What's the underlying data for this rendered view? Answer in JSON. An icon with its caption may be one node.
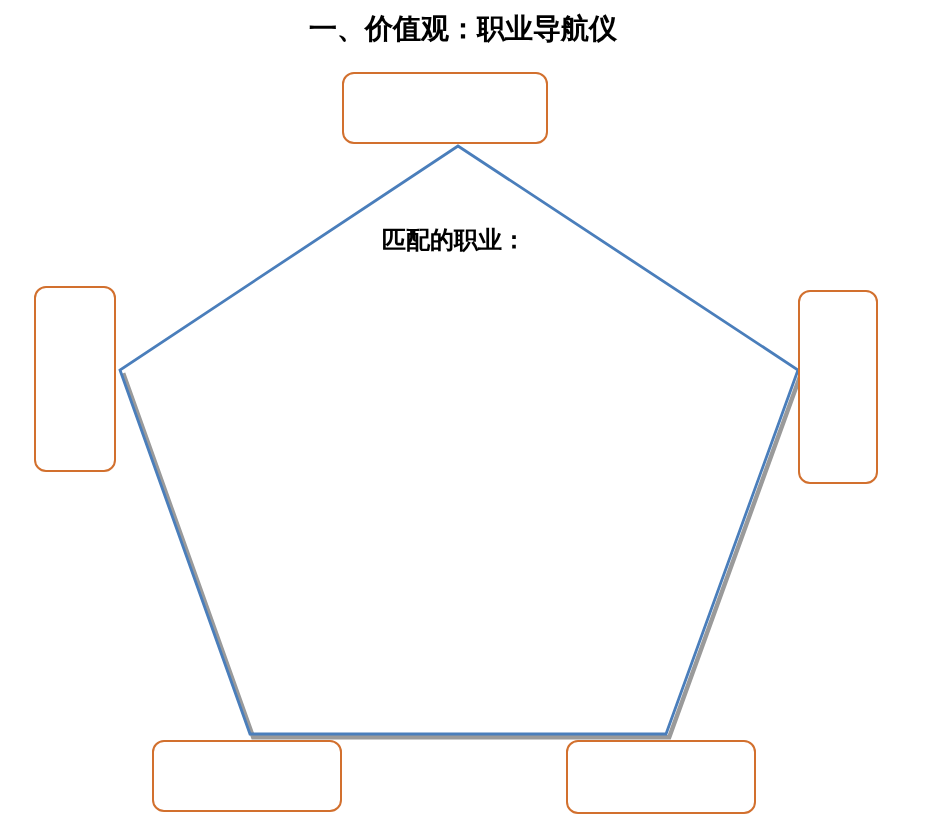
{
  "diagram": {
    "title": "一、价值观：职业导航仪",
    "nodes": [
      {
        "text": [],
        "shape": "box"
      },
      {
        "text": [
          "匹配的职业："
        ]
      },
      {
        "text": [],
        "shape": "box"
      },
      {
        "text": [],
        "shape": "box"
      },
      {
        "text": [],
        "shape": "box"
      },
      {
        "text": [],
        "shape": "box"
      }
    ],
    "edges": []
  }
}
